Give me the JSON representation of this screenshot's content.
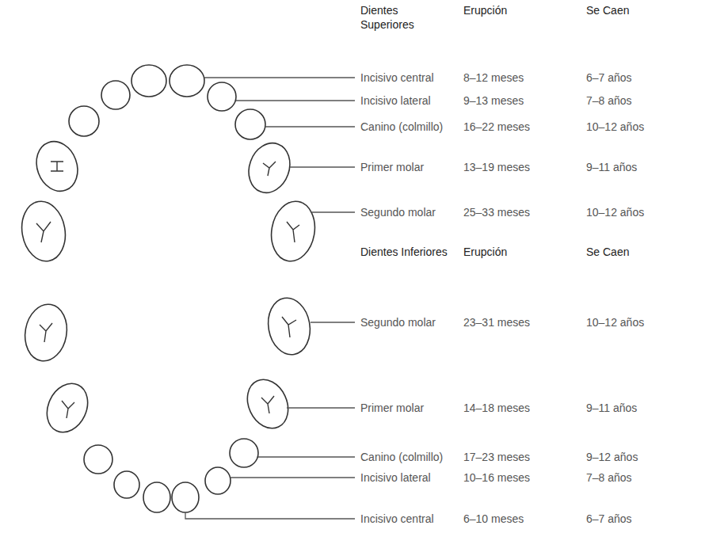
{
  "diagram": {
    "labels": [
      "Dientes Superiores",
      "Erupción",
      "Se Caen",
      "Incisivo central",
      "8–12 meses",
      "6–7 años",
      "Incisivo lateral",
      "9–13 meses",
      "7–8 años",
      "Canino (colmillo)",
      "16–22 meses",
      "10–12 años",
      "Primer molar",
      "13–19 meses",
      "9–11 años",
      "Segundo molar",
      "25–33 meses",
      "10–12 años",
      "Dientes Inferiores",
      "Erupción",
      "Se Caen",
      "Segundo molar",
      "23–31 meses",
      "10–12 años",
      "Primer molar",
      "14–18 meses",
      "9–11 años",
      "Canino (colmillo)",
      "17–23 meses",
      "9–12 años",
      "Incisivo lateral",
      "10–16 meses",
      "7–8 años",
      "Incisivo central",
      "6–10 meses",
      "6–7 años"
    ]
  }
}
